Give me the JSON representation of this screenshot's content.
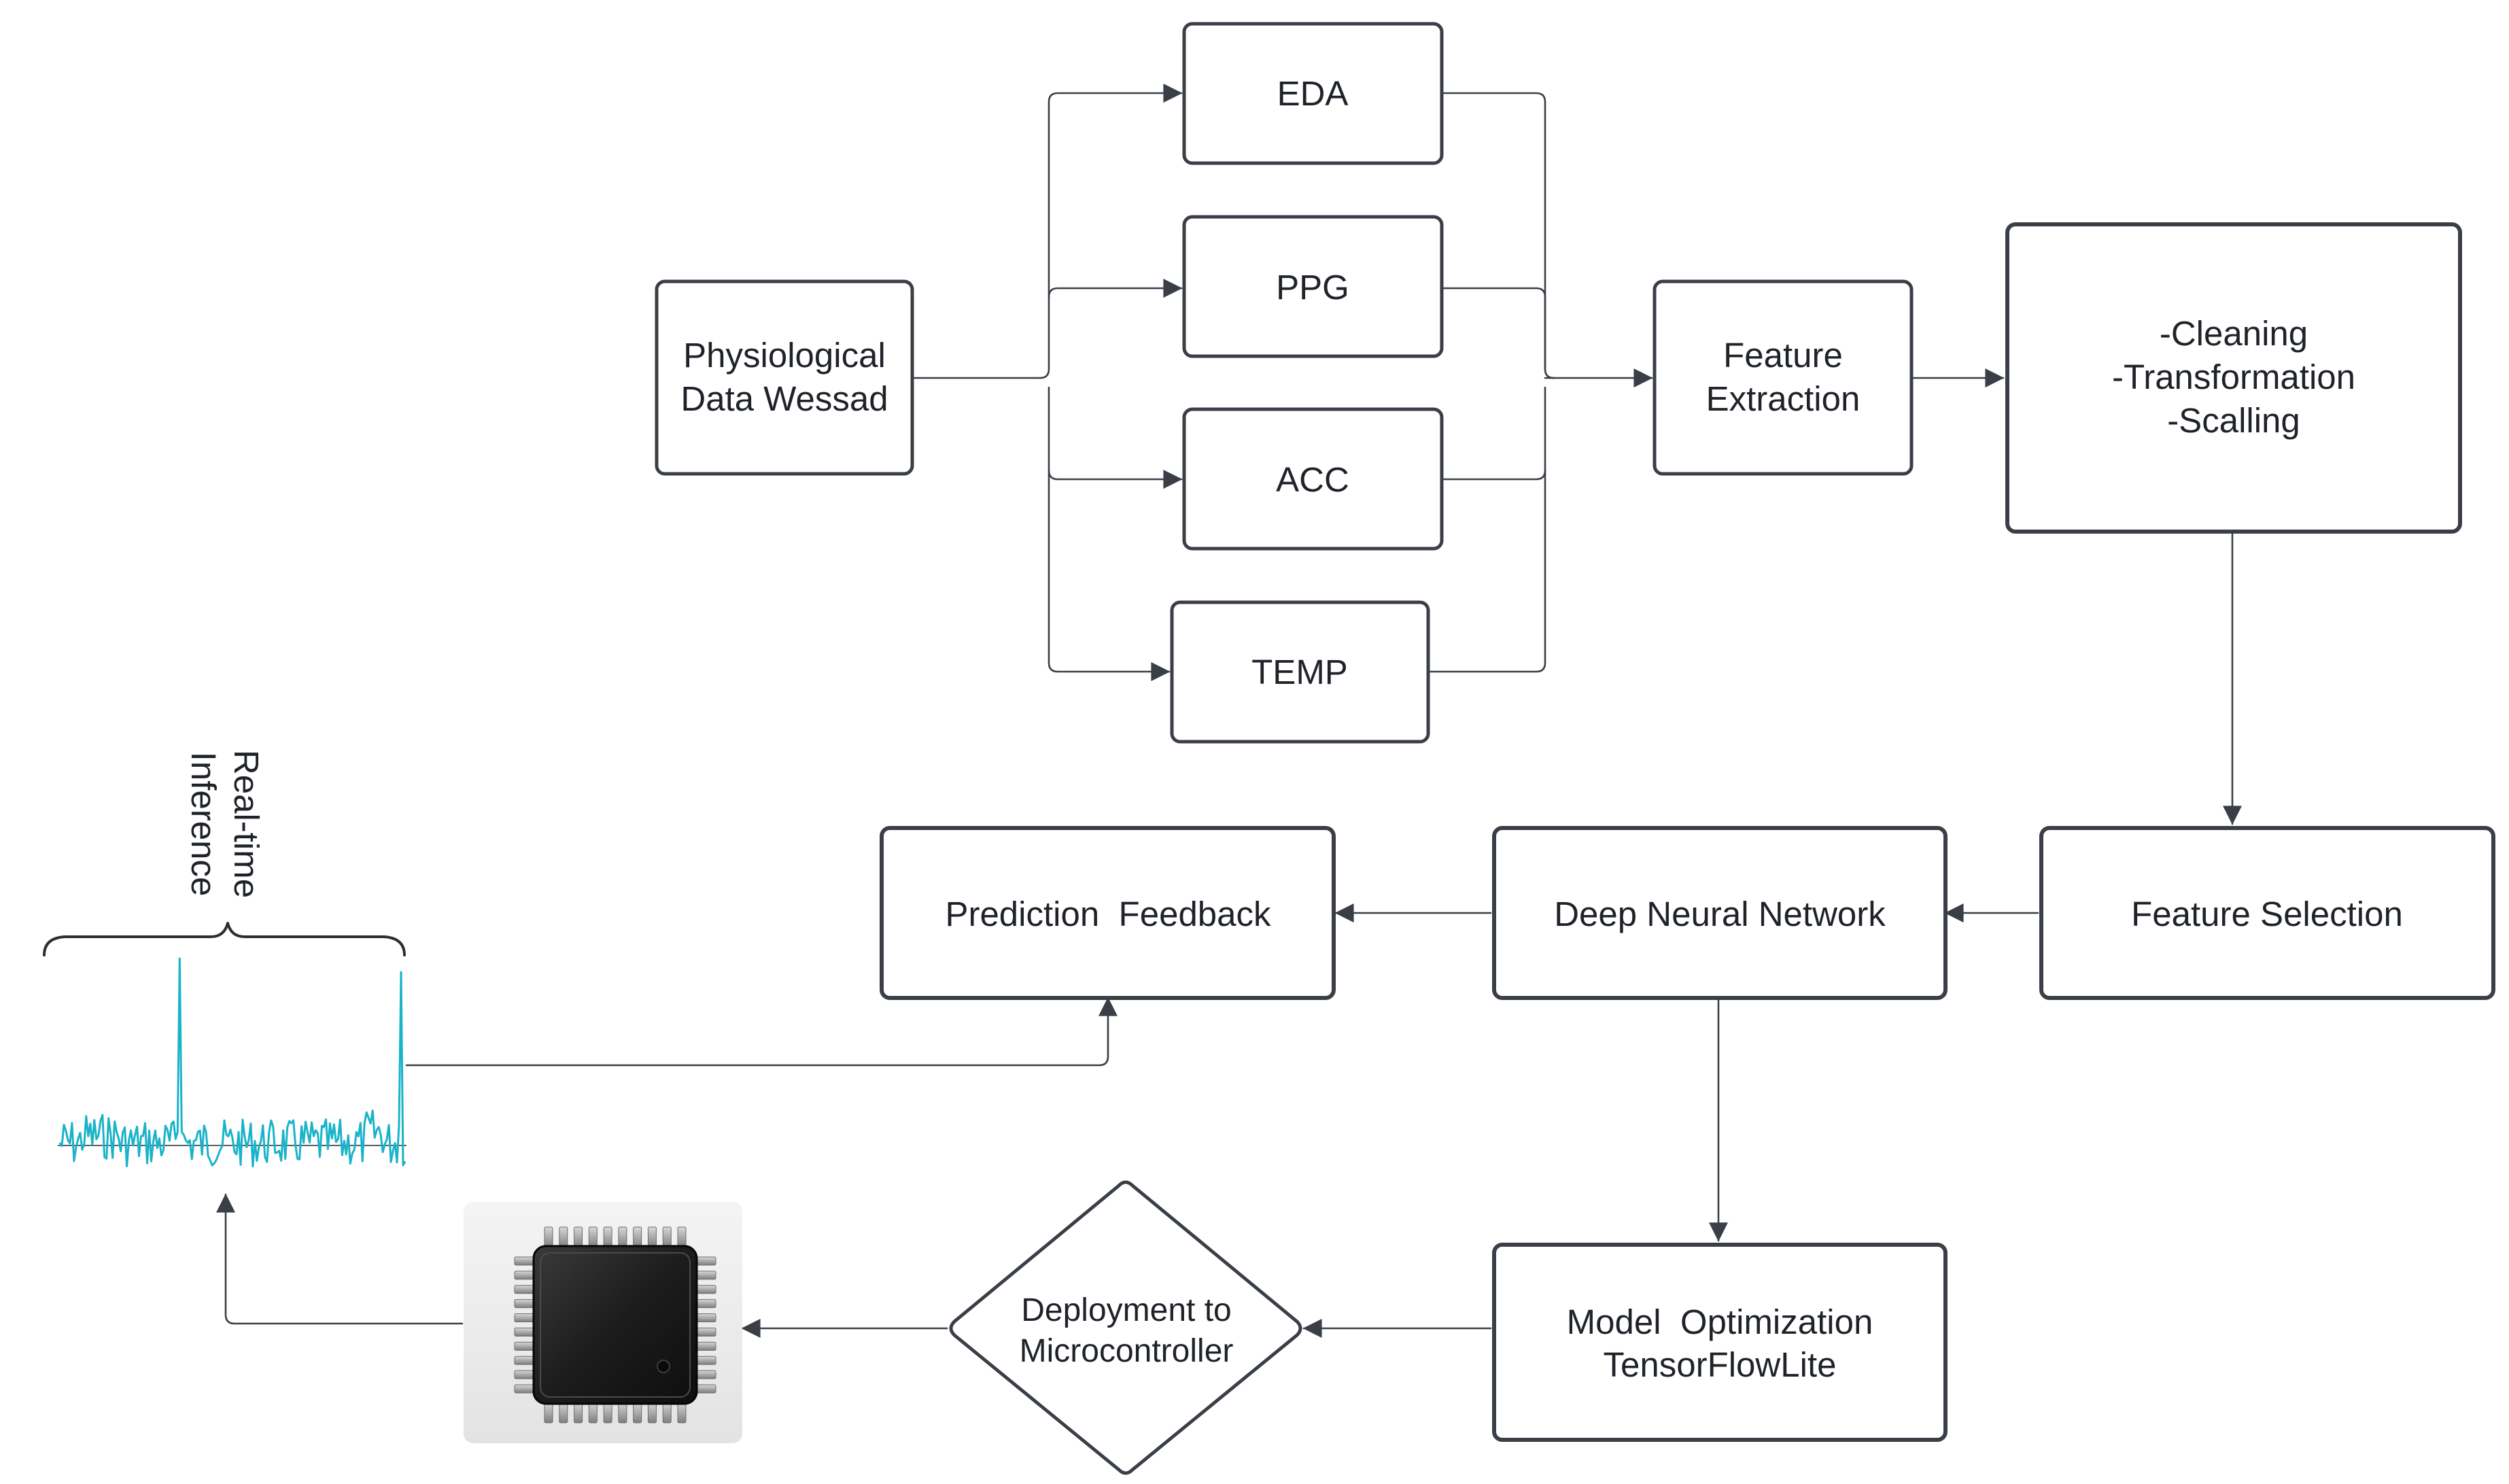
{
  "source": {
    "line1": "Physiological",
    "line2": "Data Wessad"
  },
  "signals": [
    "EDA",
    "PPG",
    "ACC",
    "TEMP"
  ],
  "feature_extraction": {
    "line1": "Feature",
    "line2": "Extraction"
  },
  "preprocessing": {
    "line1": "-Cleaning",
    "line2": "-Transformation",
    "line3": "-Scalling"
  },
  "feature_selection": "Feature Selection",
  "dnn": "Deep Neural Network",
  "prediction": "Prediction  Feedback",
  "optimization": {
    "line1": "Model  Optimization",
    "line2": "TensorFlowLite"
  },
  "deployment": {
    "line1": "Deployment to",
    "line2": "Microcontroller"
  },
  "inference": {
    "line1": "Real-time",
    "line2": "Inference"
  },
  "colors": {
    "stroke": "#3a3f47",
    "text": "#1f2329",
    "signal_wave": "#1ab3c8",
    "chip_body": "#1e1e1e",
    "chip_pins": "#9a9a9a"
  },
  "icons": {
    "chip": "microcontroller-chip-icon",
    "waveform": "signal-waveform-icon"
  }
}
